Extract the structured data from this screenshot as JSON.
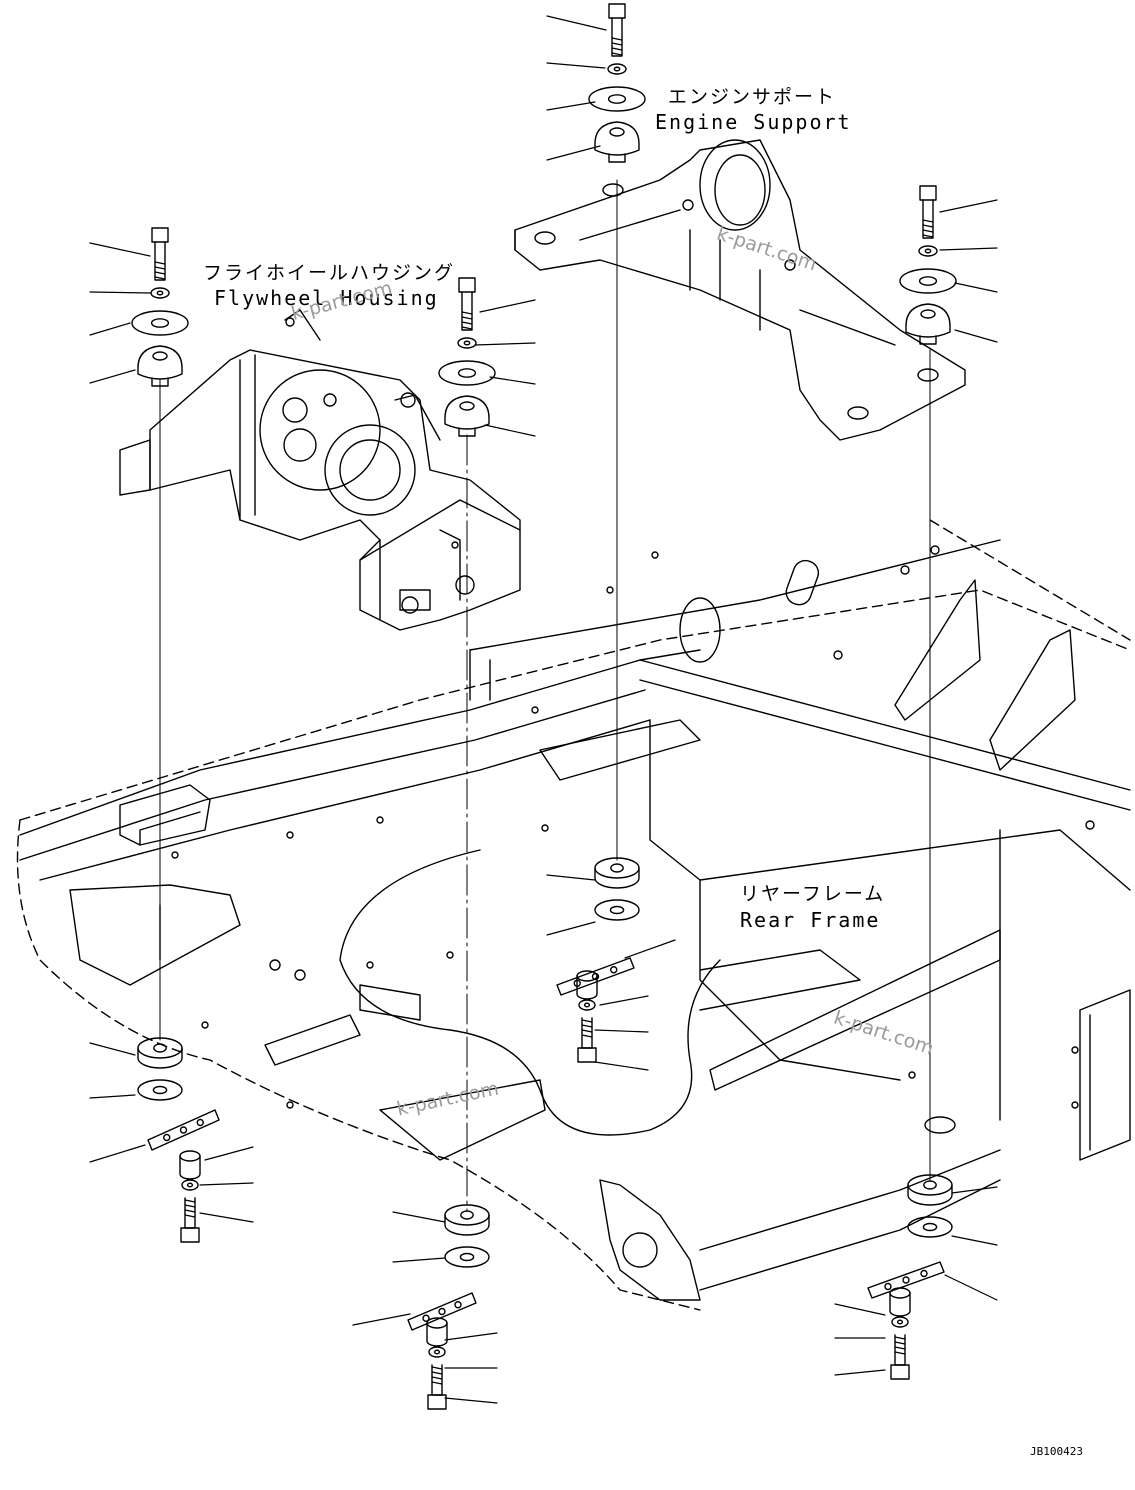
{
  "labels": {
    "engine_support_ja": "エンジンサポート",
    "engine_support_en": "Engine Support",
    "flywheel_housing_ja": "フライホイールハウジング",
    "flywheel_housing_en": "Flywheel Housing",
    "rear_frame_ja": "リヤーフレーム",
    "rear_frame_en": "Rear Frame"
  },
  "watermarks": [
    "k-part.com",
    "k-part.com",
    "k-part.com",
    "k-part.com"
  ],
  "drawing_code": "JB100423",
  "colors": {
    "line": "#000000",
    "watermark": "#9a9a9a",
    "background": "#ffffff"
  }
}
